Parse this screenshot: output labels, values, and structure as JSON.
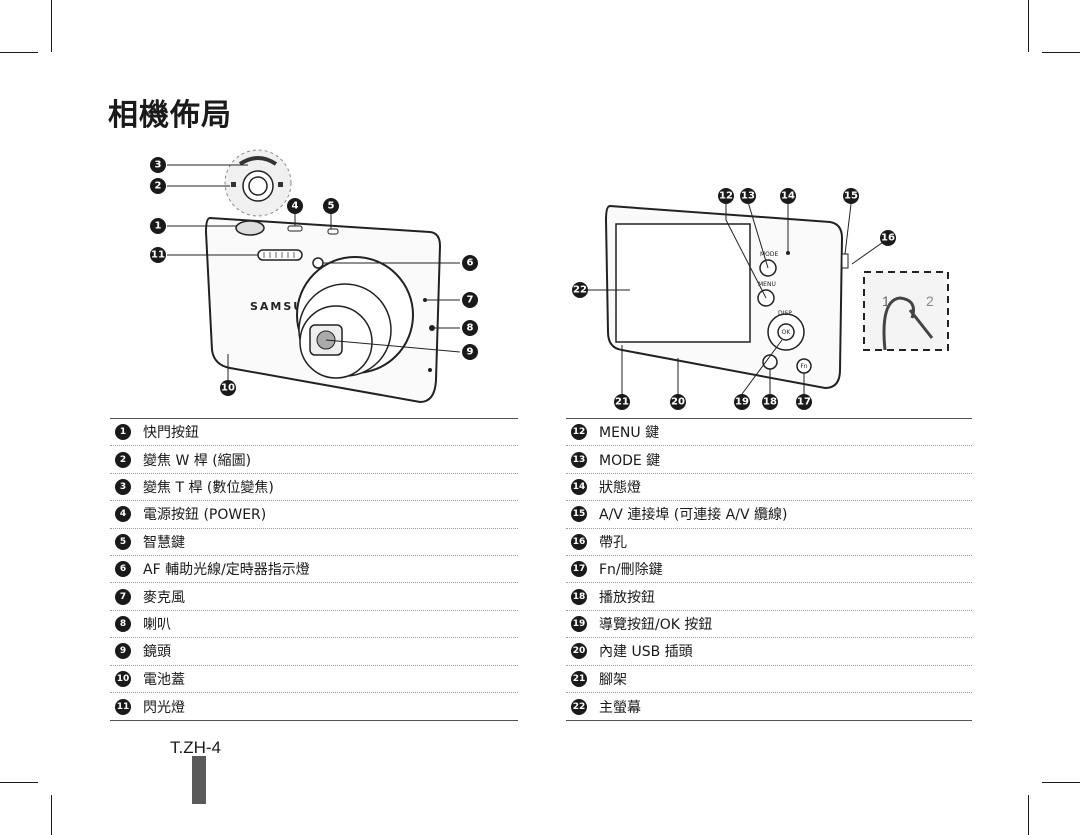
{
  "page": {
    "title": "相機佈局",
    "page_number": "T.ZH-4"
  },
  "front_view": {
    "brand": "SAMSUNG",
    "callouts": [
      "❶",
      "❷",
      "❸",
      "❹",
      "❺",
      "❻",
      "❼",
      "❽",
      "❾",
      "❿",
      "⓫"
    ]
  },
  "back_view": {
    "labels": [
      "MODE",
      "MENU",
      "DISP",
      "OK",
      "Fn"
    ],
    "strap_steps": [
      "1",
      "2"
    ],
    "callouts": [
      "⓬",
      "⓭",
      "⓮",
      "⓯",
      "⓰",
      "⓱",
      "⓲",
      "⓳",
      "⓴",
      "㉑",
      "㉒"
    ]
  },
  "legend_left": [
    {
      "num": "1",
      "label": "快門按鈕"
    },
    {
      "num": "2",
      "label": "變焦 W 桿 (縮圖)"
    },
    {
      "num": "3",
      "label": "變焦 T 桿 (數位變焦)"
    },
    {
      "num": "4",
      "label": "電源按鈕 (POWER)"
    },
    {
      "num": "5",
      "label": "智慧鍵"
    },
    {
      "num": "6",
      "label": "AF 輔助光線/定時器指示燈"
    },
    {
      "num": "7",
      "label": "麥克風"
    },
    {
      "num": "8",
      "label": "喇叭"
    },
    {
      "num": "9",
      "label": "鏡頭"
    },
    {
      "num": "10",
      "label": "電池蓋"
    },
    {
      "num": "11",
      "label": "閃光燈"
    }
  ],
  "legend_right": [
    {
      "num": "12",
      "label": "MENU 鍵"
    },
    {
      "num": "13",
      "label": "MODE 鍵"
    },
    {
      "num": "14",
      "label": "狀態燈"
    },
    {
      "num": "15",
      "label": "A/V 連接埠 (可連接 A/V 纜線)"
    },
    {
      "num": "16",
      "label": "帶孔"
    },
    {
      "num": "17",
      "label": "Fn/刪除鍵"
    },
    {
      "num": "18",
      "label": "播放按鈕"
    },
    {
      "num": "19",
      "label": "導覽按鈕/OK 按鈕"
    },
    {
      "num": "20",
      "label": "內建 USB 插頭"
    },
    {
      "num": "21",
      "label": "腳架"
    },
    {
      "num": "22",
      "label": "主螢幕"
    }
  ]
}
